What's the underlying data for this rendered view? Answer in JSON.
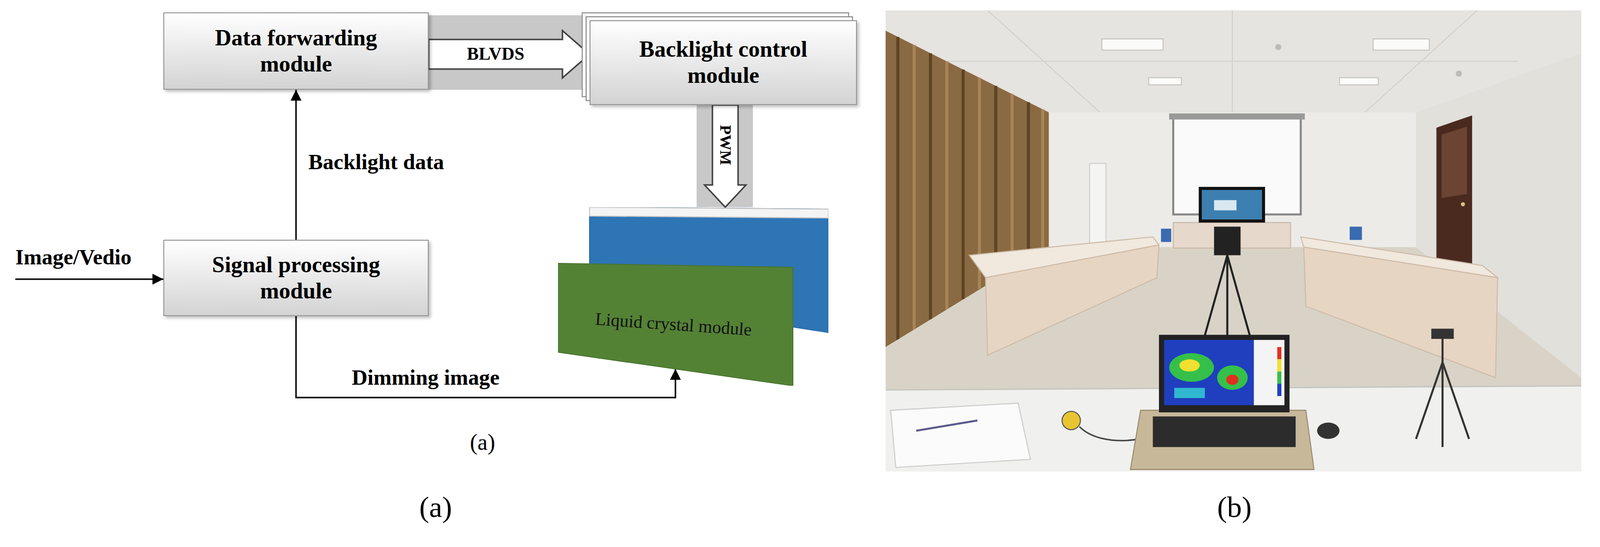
{
  "diagram": {
    "nodes": [
      {
        "text": [
          "Data forwarding module"
        ]
      },
      {
        "text": [
          "Backlight control module"
        ]
      },
      {
        "text": [
          "Signal processing module"
        ]
      },
      {
        "text": [
          "Liquid crystal module"
        ]
      }
    ],
    "edges": [
      {
        "from": 0,
        "to": 1,
        "label": "BLVDS",
        "arrow": "to"
      },
      {
        "from": 1,
        "to": 3,
        "label": "PWM",
        "arrow": "to"
      },
      {
        "from": 2,
        "to": 0,
        "label": "Backlight data",
        "arrow": "to"
      },
      {
        "from": 2,
        "to": 3,
        "label": "Dimming image",
        "arrow": "to"
      }
    ],
    "labels": [
      "Image/Vedio",
      "(a)",
      "(a)",
      "(b)"
    ]
  }
}
